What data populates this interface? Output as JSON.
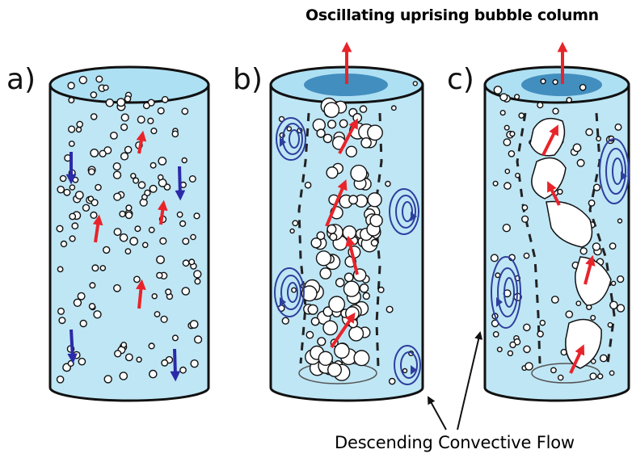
{
  "title": "Oscillating uprising bubble column",
  "bottom_label": "Descending Convective Flow",
  "panels": [
    {
      "label": "a)"
    },
    {
      "label": "b)"
    },
    {
      "label": "c)"
    }
  ],
  "colors": {
    "liquid": "#bfe6f5",
    "liquid_top": "#aee0f3",
    "outline": "#111111",
    "bubble_plume": "#2f7fb5",
    "uprising_arrow": "#e8242a",
    "descending_arrow": "#2b2aa8",
    "vortex": "#2e3f9e"
  }
}
